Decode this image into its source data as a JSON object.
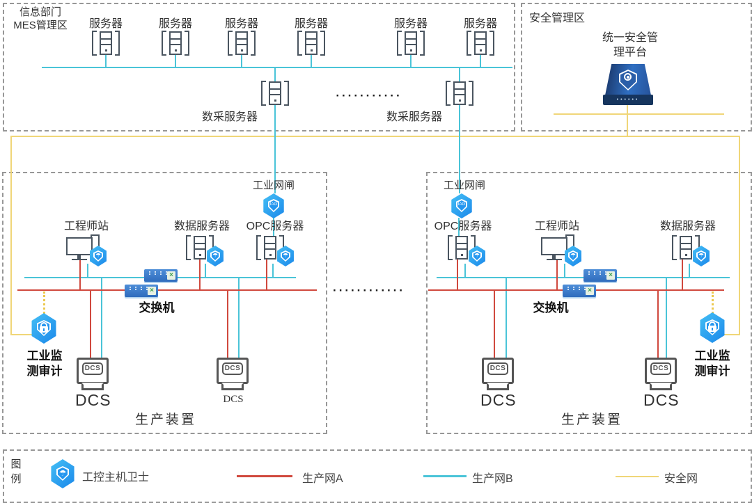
{
  "mes_zone": {
    "label_line1": "信息部门",
    "label_line2": "MES管理区",
    "servers": [
      {
        "label": "服务器"
      },
      {
        "label": "服务器"
      },
      {
        "label": "服务器"
      },
      {
        "label": "服务器"
      },
      {
        "label": "服务器"
      },
      {
        "label": "服务器"
      }
    ],
    "daq_servers": [
      {
        "label": "数采服务器"
      },
      {
        "label": "数采服务器"
      }
    ],
    "ellipsis": "···········"
  },
  "security_zone": {
    "label": "安全管理区",
    "platform_line1": "统一安全管",
    "platform_line2": "理平台"
  },
  "middle_ellipsis": "············",
  "production_units": [
    {
      "gateway_label": "工业网闸",
      "devices": [
        {
          "label": "工程师站"
        },
        {
          "label": "数据服务器"
        },
        {
          "label": "OPC服务器"
        }
      ],
      "switch_label": "交换机",
      "dcs_units": [
        {
          "label": "DCS"
        },
        {
          "label": "DCS"
        }
      ],
      "audit_line1": "工业监",
      "audit_line2": "测审计",
      "unit_label": "生产装置"
    },
    {
      "gateway_label": "工业网闸",
      "devices": [
        {
          "label": "OPC服务器"
        },
        {
          "label": "工程师站"
        },
        {
          "label": "数据服务器"
        }
      ],
      "switch_label": "交换机",
      "dcs_units": [
        {
          "label": "DCS"
        },
        {
          "label": "DCS"
        }
      ],
      "audit_line1": "工业监",
      "audit_line2": "测审计",
      "unit_label": "生产装置"
    }
  ],
  "legend": {
    "title_line1": "图",
    "title_line2": "例",
    "items": [
      {
        "label": "工控主机卫士",
        "symbol": "host-guard-hexagon-shield-icon"
      },
      {
        "label": "生产网A",
        "color": "#d0493e"
      },
      {
        "label": "生产网B",
        "color": "#4ac4d8"
      },
      {
        "label": "安全网",
        "color": "#f0d678"
      }
    ]
  },
  "colors": {
    "production_net_a": "#d0493e",
    "production_net_b": "#4ac4d8",
    "security_net": "#f0d678",
    "device_stroke": "#4a5560",
    "badge_blue_start": "#45c0f5",
    "badge_blue_end": "#1a87ea",
    "platform_navy": "#16355e",
    "switch_blue": "#2f6cbd"
  }
}
